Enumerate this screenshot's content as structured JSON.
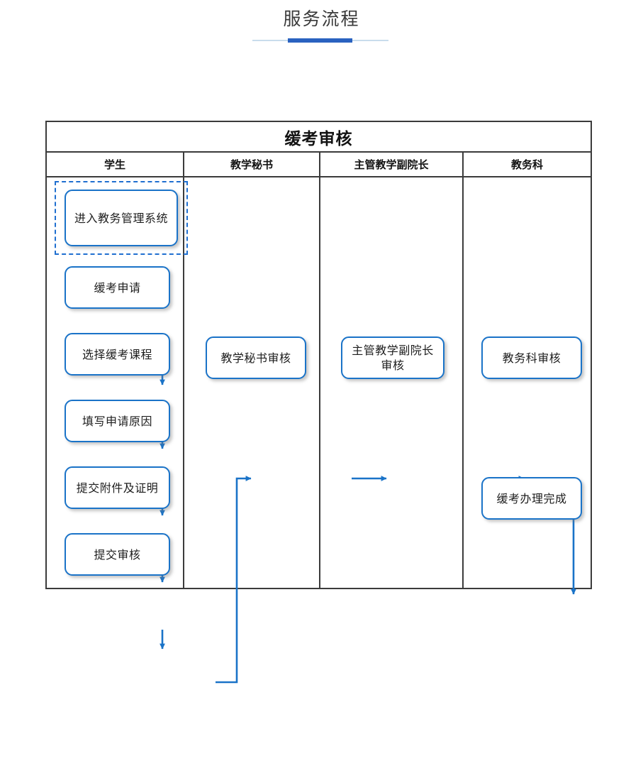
{
  "page": {
    "title": "服务流程",
    "accent_color": "#2a62c0",
    "rule_color": "#c9dcec"
  },
  "swimlane": {
    "title": "缓考审核",
    "node_border_color": "#1a73c8",
    "grid_color": "#3b3b3b",
    "columns": [
      {
        "id": "student",
        "label": "学生"
      },
      {
        "id": "teaching-secretary",
        "label": "教学秘书"
      },
      {
        "id": "vice-dean",
        "label": "主管教学副院长"
      },
      {
        "id": "academic-affairs",
        "label": "教务科"
      }
    ],
    "nodes": [
      {
        "id": "enter-system",
        "label": "进入教务管理系统",
        "column": "student",
        "highlighted": true
      },
      {
        "id": "defer-application",
        "label": "缓考申请",
        "column": "student",
        "highlighted": false
      },
      {
        "id": "select-course",
        "label": "选择缓考课程",
        "column": "student",
        "highlighted": false
      },
      {
        "id": "fill-reason",
        "label": "填写申请原因",
        "column": "student",
        "highlighted": false
      },
      {
        "id": "submit-attachment",
        "label": "提交附件及证明",
        "column": "student",
        "highlighted": false
      },
      {
        "id": "submit-review",
        "label": "提交审核",
        "column": "student",
        "highlighted": false
      },
      {
        "id": "secretary-review",
        "label": "教学秘书审核",
        "column": "teaching-secretary",
        "highlighted": false
      },
      {
        "id": "vice-dean-review",
        "label": "主管教学副院长\n审核",
        "column": "vice-dean",
        "highlighted": false
      },
      {
        "id": "affairs-review",
        "label": "教务科审核",
        "column": "academic-affairs",
        "highlighted": false
      },
      {
        "id": "process-complete",
        "label": "缓考办理完成",
        "column": "academic-affairs",
        "highlighted": false
      }
    ],
    "edges": [
      {
        "from": "enter-system",
        "to": "defer-application"
      },
      {
        "from": "defer-application",
        "to": "select-course"
      },
      {
        "from": "select-course",
        "to": "fill-reason"
      },
      {
        "from": "fill-reason",
        "to": "submit-attachment"
      },
      {
        "from": "submit-attachment",
        "to": "submit-review"
      },
      {
        "from": "submit-review",
        "to": "secretary-review"
      },
      {
        "from": "secretary-review",
        "to": "vice-dean-review"
      },
      {
        "from": "vice-dean-review",
        "to": "affairs-review"
      },
      {
        "from": "affairs-review",
        "to": "process-complete"
      }
    ]
  }
}
